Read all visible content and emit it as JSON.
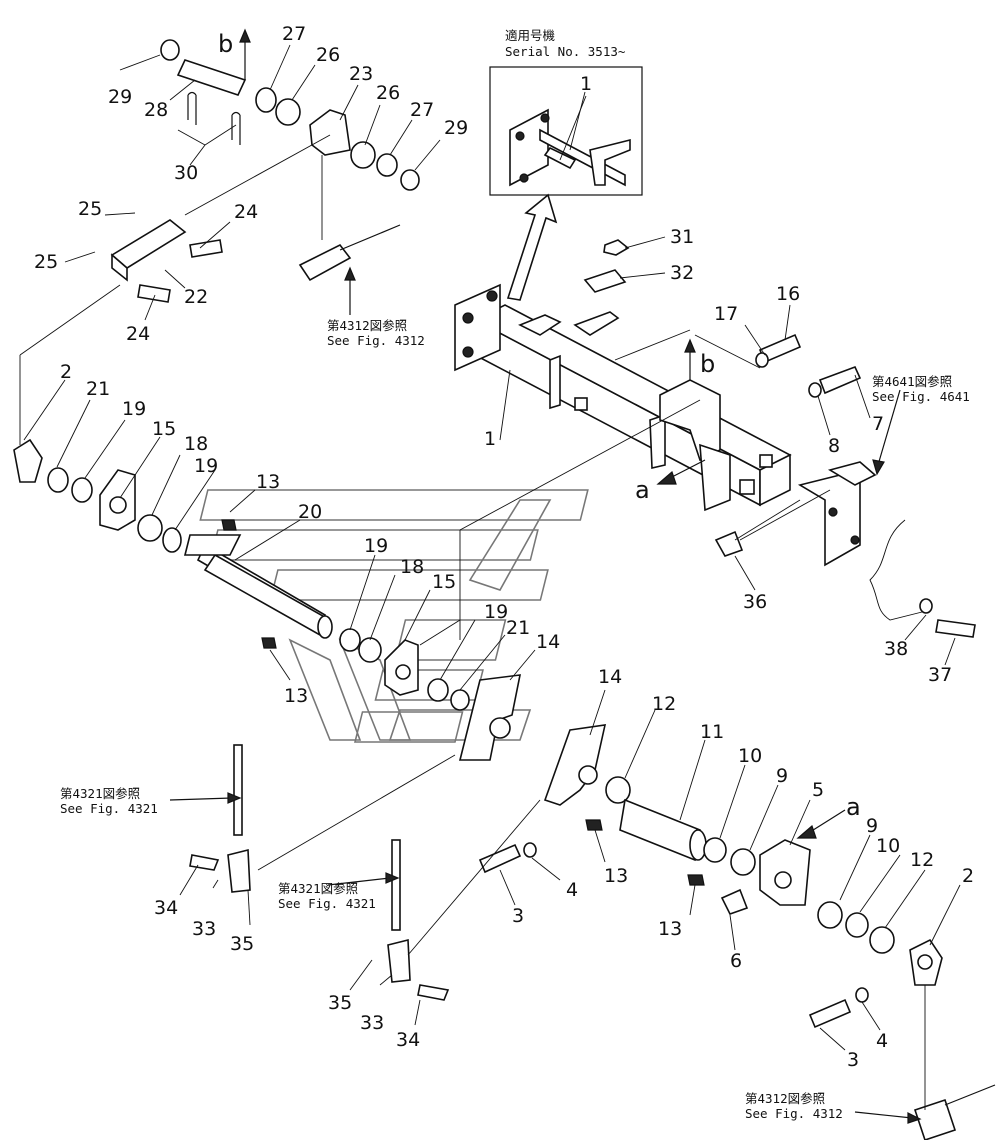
{
  "inset": {
    "line1": "適用号機",
    "line2": "Serial No. 3513~"
  },
  "refs": {
    "fig4312_a_jp": "第4312図参照",
    "fig4312_a_en": "See Fig. 4312",
    "fig4641_jp": "第4641図参照",
    "fig4641_en": "See Fig. 4641",
    "fig4321_a_jp": "第4321図参照",
    "fig4321_a_en": "See Fig. 4321",
    "fig4321_b_jp": "第4321図参照",
    "fig4321_b_en": "See Fig. 4321",
    "fig4312_b_jp": "第4312図参照",
    "fig4312_b_en": "See Fig. 4312"
  },
  "markers": {
    "a1": "a",
    "a2": "a",
    "b1": "b",
    "b2": "b"
  },
  "part_numbers": {
    "p1_inset": "1",
    "p1_main": "1",
    "p2_left": "2",
    "p2_right": "2",
    "p3_a": "3",
    "p3_b": "3",
    "p4_a": "4",
    "p4_b": "4",
    "p5": "5",
    "p6": "6",
    "p7": "7",
    "p8": "8",
    "p9_a": "9",
    "p9_b": "9",
    "p10_a": "10",
    "p10_b": "10",
    "p11": "11",
    "p12_a": "12",
    "p12_b": "12",
    "p13_a": "13",
    "p13_b": "13",
    "p13_c": "13",
    "p13_d": "13",
    "p14_a": "14",
    "p14_b": "14",
    "p15_a": "15",
    "p15_b": "15",
    "p16": "16",
    "p17": "17",
    "p18_a": "18",
    "p18_b": "18",
    "p19_a": "19",
    "p19_b": "19",
    "p19_c": "19",
    "p19_d": "19",
    "p20": "20",
    "p21_a": "21",
    "p21_b": "21",
    "p22": "22",
    "p23": "23",
    "p24_a": "24",
    "p24_b": "24",
    "p25_a": "25",
    "p25_b": "25",
    "p26_a": "26",
    "p26_b": "26",
    "p27_a": "27",
    "p27_b": "27",
    "p28": "28",
    "p29_a": "29",
    "p29_b": "29",
    "p30": "30",
    "p31": "31",
    "p32": "32",
    "p33_a": "33",
    "p33_b": "33",
    "p34_a": "34",
    "p34_b": "34",
    "p35_a": "35",
    "p35_b": "35",
    "p36": "36",
    "p37": "37",
    "p38": "38"
  }
}
